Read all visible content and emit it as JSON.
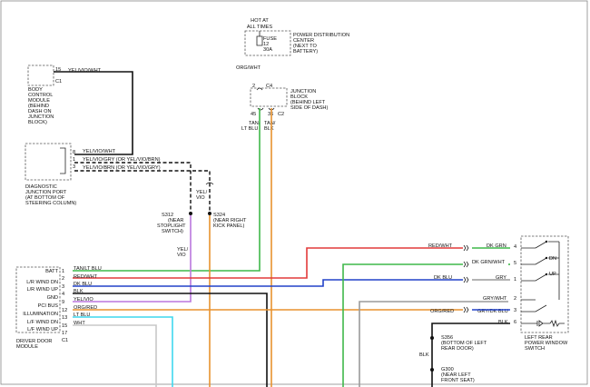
{
  "colors": {
    "orange": "#e8922e",
    "green": "#3fb84a",
    "blue": "#2242c8",
    "black": "#111111",
    "violet": "#bb77dd",
    "red": "#e23a3a",
    "gray": "#9a9a9a",
    "lightblue": "#3fd7ee"
  },
  "top": {
    "hot": [
      "HOT AT",
      "ALL TIMES"
    ],
    "fuse": "FUSE",
    "fuse_num": "12",
    "fuse_amp": "30A",
    "pdc": [
      "POWER DISTRIBUTION",
      "CENTER",
      "(NEXT TO",
      "BATTERY)"
    ],
    "wire": "ORG/WHT",
    "jb_pin_left": "2",
    "jb_pin_right": "C4",
    "jb": [
      "JUNCTION",
      "BLOCK",
      "(BEHIND LEFT",
      "SIDE OF DASH)"
    ],
    "pin45": "45",
    "pin36": "36",
    "c2": "C2",
    "wire_tan": [
      "TAN/",
      "LT BLU"
    ],
    "wire_blk": [
      "TAN/",
      "BLK"
    ]
  },
  "bcm": {
    "pin": "15",
    "conn": "C1",
    "wire": "YEL/VIO/WHT",
    "label": [
      "BODY",
      "CONTROL",
      "MODULE",
      "(BEHIND",
      "DASH ON",
      "JUNCTION",
      "BLOCK)"
    ]
  },
  "djp": {
    "pins": [
      "8",
      "1",
      "3"
    ],
    "wires": [
      "YEL/VIO/WHT",
      "YEL/VIO/GRY (OR YEL/VIO/BRN)",
      "YEL/VIO/BRN (OR YEL/VIO/GRY)"
    ],
    "label": [
      "DIAGNOSTIC",
      "JUNCTION PORT",
      "(AT BOTTOM OF",
      "STEERING COLUMN)"
    ]
  },
  "splices": {
    "wire": [
      "YEL/",
      "VIO"
    ],
    "s312": [
      "S312",
      "(NEAR",
      "STOPLIGHT",
      "SWITCH)"
    ],
    "s324": [
      "S324",
      "(NEAR RIGHT",
      "KICK PANEL)"
    ],
    "wire2": [
      "YEL/",
      "VIO"
    ]
  },
  "ddm": {
    "functions": [
      "BATT",
      "L/R WIND DN",
      "L/R WIND UP",
      "GND",
      "PCI BUS",
      "ILLUMINATION",
      "L/F WIND DN",
      "L/F WIND UP"
    ],
    "pins": [
      "1",
      "2",
      "3",
      "4",
      "9",
      "12",
      "13",
      "15",
      "17"
    ],
    "wires": [
      "TAN/LT BLU",
      "RED/WHT",
      "DK BLU",
      "BLK",
      "YEL/VIO",
      "ORG/RED",
      "LT BLU",
      "WHT"
    ],
    "conn": "C1",
    "label": [
      "DRIVER DOOR",
      "MODULE"
    ]
  },
  "lrs": {
    "wires_left": [
      "RED/WHT",
      "DK GRN/WHT",
      "DK BLU",
      "GRY/WHT",
      "ORG/RED",
      "BLK"
    ],
    "wires_right": [
      "DK GRN",
      "GRY",
      "GRY/DK BLU",
      "BLK"
    ],
    "pins": [
      "4",
      "5",
      "1",
      "2",
      "3",
      "6"
    ],
    "dn": "DN",
    "up": "UP",
    "label": [
      "LEFT REAR",
      "POWER WINDOW",
      "SWITCH"
    ],
    "wire_blk": "BLK",
    "s356": [
      "S356",
      "(BOTTOM OF LEFT",
      "REAR DOOR)"
    ],
    "g300": [
      "G300",
      "(NEAR LEFT",
      "FRONT SEAT)"
    ]
  }
}
